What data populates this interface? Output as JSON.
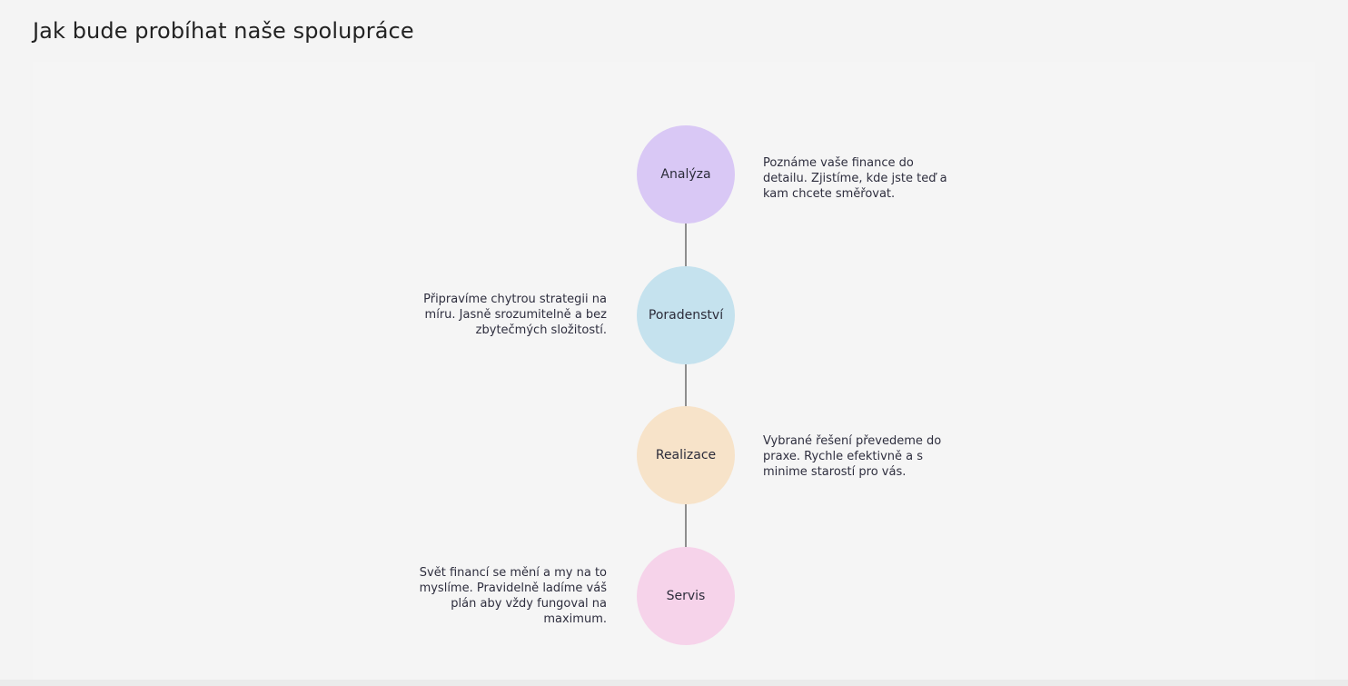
{
  "page": {
    "title": "Jak bude probíhat naše spolupráce"
  },
  "steps": [
    {
      "label": "Analýza",
      "color": "#d9c8f5",
      "description": "Poznáme vaše finance do detailu. Zjistíme, kde jste teď a kam chcete směřovat.",
      "side": "right"
    },
    {
      "label": "Poradenství",
      "color": "#c5e2ee",
      "description": "Připravíme chytrou strategii na míru. Jasně srozumitelně a bez zbytečmých složitostí.",
      "side": "left"
    },
    {
      "label": "Realizace",
      "color": "#f7e3c9",
      "description": "Vybrané řešení převedeme do praxe. Rychle efektivně a s minime starostí pro vás.",
      "side": "right"
    },
    {
      "label": "Servis",
      "color": "#f6d3ea",
      "description": "Svět financí se mění a my na to myslíme. Pravidelně ladíme váš plán aby vždy fungoval na maximum.",
      "side": "left"
    }
  ],
  "colors": {
    "background": "#f4f4f4",
    "connector": "#8e8e8e",
    "text": "#2e2e3e"
  }
}
